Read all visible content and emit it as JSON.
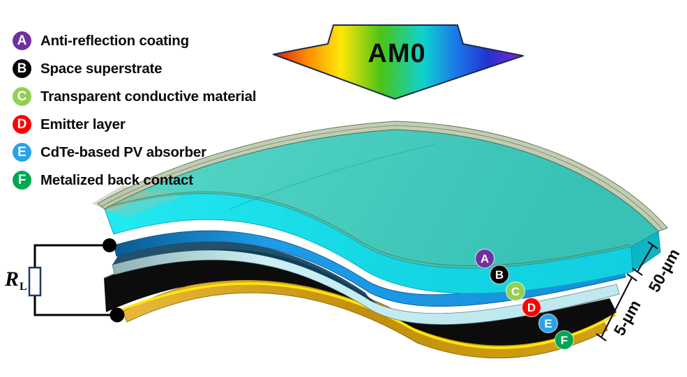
{
  "legend": {
    "items": [
      {
        "letter": "A",
        "label": "Anti-reflection coating",
        "badge_color": "#7030a0"
      },
      {
        "letter": "B",
        "label": "Space superstrate",
        "badge_color": "#050505"
      },
      {
        "letter": "C",
        "label": "Transparent conductive material",
        "badge_color": "#92d050"
      },
      {
        "letter": "D",
        "label": "Emitter layer",
        "badge_color": "#fe0000"
      },
      {
        "letter": "E",
        "label": "CdTe-based PV absorber",
        "badge_color": "#29a3e8"
      },
      {
        "letter": "F",
        "label": "Metalized back contact",
        "badge_color": "#00a651"
      }
    ]
  },
  "arrow": {
    "label": "AM0",
    "gradient": [
      "#e0150e",
      "#fe8800",
      "#ffe60a",
      "#4cc416",
      "#0fd2cf",
      "#1b73e8",
      "#2233cf",
      "#8c1fd9"
    ]
  },
  "dimensions": {
    "superstrate_thickness": "50-µm",
    "device_thickness": "5-µm"
  },
  "circuit": {
    "resistor_symbol": "R",
    "resistor_subscript": "L"
  },
  "layers": [
    {
      "id": "A",
      "name": "anti-reflection-coating",
      "fill": "#b9c4a9"
    },
    {
      "id": "B",
      "name": "space-superstrate",
      "fill": "#2fc9c2"
    },
    {
      "id": "C",
      "name": "transparent-conductive-material",
      "fill": "#1b93e0"
    },
    {
      "id": "D",
      "name": "emitter-layer",
      "fill": "#c5ecef"
    },
    {
      "id": "E",
      "name": "cdte-pv-absorber",
      "fill": "#0c0c0c"
    },
    {
      "id": "F",
      "name": "metalized-back-contact",
      "fill": "#d9a514"
    }
  ]
}
